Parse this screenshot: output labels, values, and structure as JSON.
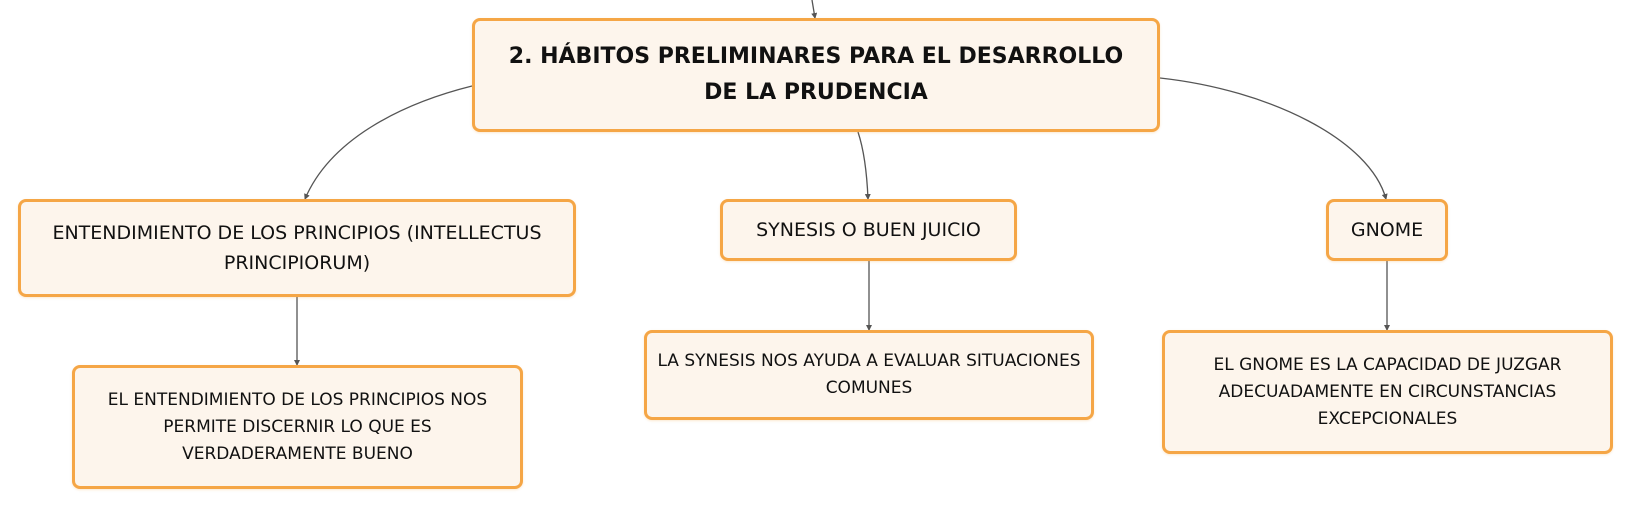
{
  "diagram": {
    "colors": {
      "node_fill": "#fdf5ec",
      "node_border": "#f5a646",
      "edge": "#555555",
      "text": "#111111"
    },
    "root": {
      "label": "2. HÁBITOS PRELIMINARES PARA EL DESARROLLO DE LA PRUDENCIA"
    },
    "branches": [
      {
        "label": "ENTENDIMIENTO DE LOS PRINCIPIOS (INTELLECTUS PRINCIPIORUM)",
        "child": "EL ENTENDIMIENTO DE LOS PRINCIPIOS NOS PERMITE DISCERNIR LO QUE ES VERDADERAMENTE BUENO"
      },
      {
        "label": "SYNESIS O BUEN JUICIO",
        "child": "LA SYNESIS NOS AYUDA A EVALUAR SITUACIONES COMUNES"
      },
      {
        "label": "GNOME",
        "child": "EL GNOME ES LA CAPACIDAD DE JUZGAR ADECUADAMENTE EN CIRCUNSTANCIAS EXCEPCIONALES"
      }
    ]
  }
}
